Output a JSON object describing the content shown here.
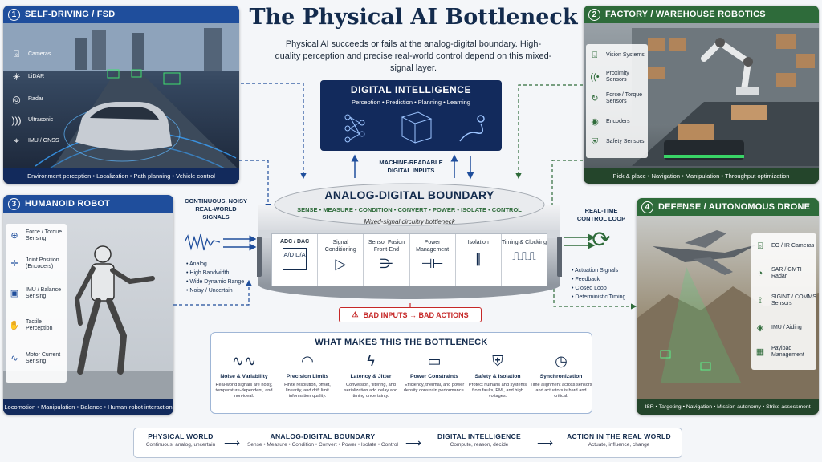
{
  "title": "The Physical AI Bottleneck",
  "subtitle": "Physical AI succeeds or fails at the analog-digital boundary. High-quality perception and precise real-world control depend on this mixed-signal layer.",
  "panels": {
    "p1": {
      "num": "1",
      "title": "SELF-DRIVING / FSD",
      "accent": "#1f4e9c",
      "sensors": [
        "Cameras",
        "LiDAR",
        "Radar",
        "Ultrasonic",
        "IMU / GNSS"
      ],
      "footer": "Environment perception  •  Localization  •  Path planning  •  Vehicle control"
    },
    "p2": {
      "num": "2",
      "title": "FACTORY / WAREHOUSE ROBOTICS",
      "accent": "#2e6b3a",
      "sensors": [
        "Vision Systems",
        "Proximity Sensors",
        "Force / Torque Sensors",
        "Encoders",
        "Safety Sensors"
      ],
      "footer": "Pick & place  •  Navigation  •  Manipulation  •  Throughput optimization"
    },
    "p3": {
      "num": "3",
      "title": "HUMANOID ROBOT",
      "accent": "#1f4e9c",
      "sensors": [
        "Force / Torque Sensing",
        "Joint Position (Encoders)",
        "IMU / Balance Sensing",
        "Tactile Perception",
        "Motor Current Sensing"
      ],
      "footer": "Locomotion  •  Manipulation  •  Balance  •  Human-robot interaction"
    },
    "p4": {
      "num": "4",
      "title": "DEFENSE / AUTONOMOUS DRONE",
      "accent": "#2e6b3a",
      "sensors": [
        "EO / IR Cameras",
        "SAR / GMTI Radar",
        "SIGINT / COMMS Sensors",
        "IMU / Aiding",
        "Payload Management"
      ],
      "footer": "ISR  •  Targeting  •  Navigation  •  Mission autonomy  •  Strike assessment"
    }
  },
  "digital": {
    "title": "DIGITAL INTELLIGENCE",
    "items": "Perception  •  Prediction  •  Planning  •  Learning",
    "inputs_label": "MACHINE-READABLE DIGITAL INPUTS"
  },
  "boundary": {
    "title": "ANALOG-DIGITAL BOUNDARY",
    "steps": "SENSE  •  MEASURE  •  CONDITION  •  CONVERT  •  POWER  •  ISOLATE  •  CONTROL",
    "caption": "Mixed-signal circuitry bottleneck",
    "modules": [
      "ADC / DAC",
      "Signal Conditioning",
      "Sensor Fusion Front-End",
      "Power Management",
      "Isolation",
      "Timing & Clocking"
    ],
    "adc_glyph": "A/D D/A"
  },
  "left_signals": {
    "title": "CONTINUOUS, NOISY REAL-WORLD SIGNALS",
    "bullets": [
      "Analog",
      "High Bandwidth",
      "Wide Dynamic Range",
      "Noisy / Uncertain"
    ]
  },
  "right_control": {
    "title": "REAL-TIME CONTROL LOOP",
    "bullets": [
      "Actuation Signals",
      "Feedback",
      "Closed Loop",
      "Deterministic Timing"
    ]
  },
  "warning": "BAD INPUTS → BAD ACTIONS",
  "bottleneck": {
    "title": "WHAT MAKES THIS THE BOTTLENECK",
    "items": [
      {
        "t": "Noise & Variability",
        "d": "Real-world signals are noisy, temperature-dependent, and non-ideal."
      },
      {
        "t": "Precision Limits",
        "d": "Finite resolution, offset, linearity, and drift limit information quality."
      },
      {
        "t": "Latency & Jitter",
        "d": "Conversion, filtering, and serialization add delay and timing uncertainty."
      },
      {
        "t": "Power Constraints",
        "d": "Efficiency, thermal, and power density constrain performance."
      },
      {
        "t": "Safety & Isolation",
        "d": "Protect humans and systems from faults, EMI, and high voltages."
      },
      {
        "t": "Synchronization",
        "d": "Time alignment across sensors and actuators is hard and critical."
      }
    ]
  },
  "flow": [
    {
      "t": "PHYSICAL WORLD",
      "d": "Continuous, analog, uncertain"
    },
    {
      "t": "ANALOG-DIGITAL BOUNDARY",
      "d": "Sense • Measure • Condition • Convert • Power • Isolate • Control"
    },
    {
      "t": "DIGITAL INTELLIGENCE",
      "d": "Compute, reason, decide"
    },
    {
      "t": "ACTION IN THE REAL WORLD",
      "d": "Actuate, influence, change"
    }
  ],
  "colors": {
    "navy": "#132b4d",
    "blue": "#1f4e9c",
    "green": "#2e6b3a",
    "warning": "#c62828"
  }
}
